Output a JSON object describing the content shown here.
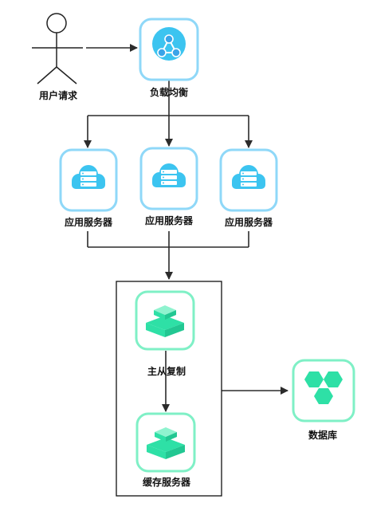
{
  "colors": {
    "line": "#2b2b2b",
    "container_border": "#111111",
    "blue_border": "#8fd8f8",
    "blue_icon": "#3cc4f0",
    "blue_node": "#3aa4e8",
    "green_border": "#7ff0c6",
    "green_icon": "#2ee0a6",
    "green_icon_light": "#8ff3cf",
    "stick_figure": "#222222"
  },
  "nodes": {
    "user": {
      "label": "用户请求",
      "icon": "user-stick-figure-icon"
    },
    "load_balancer": {
      "label": "负载均衡",
      "icon": "network-share-icon"
    },
    "app_servers": [
      {
        "label": "应用服务器",
        "icon": "cloud-server-icon"
      },
      {
        "label": "应用服务器",
        "icon": "cloud-server-icon"
      },
      {
        "label": "应用服务器",
        "icon": "cloud-server-icon"
      }
    ],
    "replication": {
      "label": "主从复制"
    },
    "cache_primary": {
      "icon": "cache-layer-icon"
    },
    "cache_replica": {
      "label": "缓存服务器",
      "icon": "cache-layer-icon"
    },
    "database": {
      "label": "数据库",
      "icon": "database-cluster-icon"
    }
  }
}
